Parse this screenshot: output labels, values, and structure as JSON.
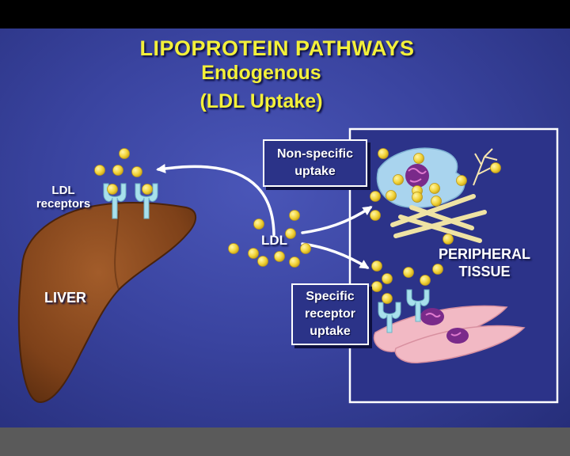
{
  "title": "LIPOPROTEIN  PATHWAYS",
  "subtitle": "Endogenous",
  "subtitle2": "(LDL  Uptake)",
  "labels": {
    "ldl_receptors_line1": "LDL",
    "ldl_receptors_line2": "receptors",
    "liver": "LIVER",
    "ldl": "LDL",
    "peripheral_line1": "PERIPHERAL",
    "peripheral_line2": "TISSUE"
  },
  "boxes": {
    "nonspecific": [
      "Non-specific",
      "uptake"
    ],
    "specific": [
      "Specific",
      "receptor",
      "uptake"
    ]
  },
  "colors": {
    "background": "#3a44a0",
    "title": "#f3f03a",
    "liver": "#8a4a1f",
    "ldl_particle": "#f2d43a",
    "receptor": "#a8e0ec",
    "cell_pink": "#f2b9c4",
    "cell_blue": "#a9d4ee",
    "nucleus": "#7a2a8a"
  }
}
